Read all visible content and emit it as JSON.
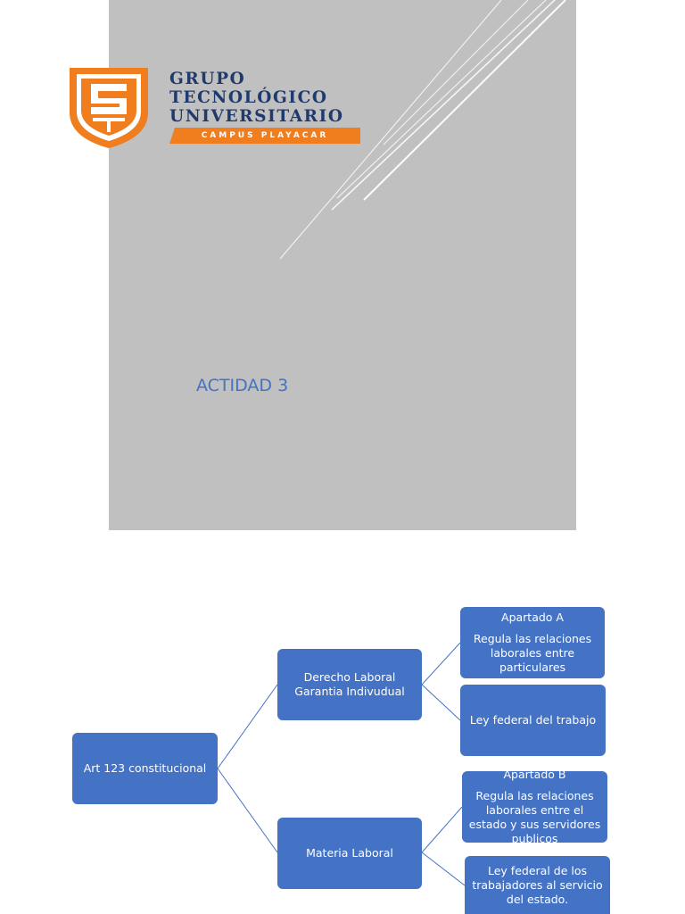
{
  "cover": {
    "logo": {
      "line1": "GRUPO",
      "line2": "TECNOLÓGICO",
      "line3": "UNIVERSITARIO",
      "campus": "CAMPUS PLAYACAR"
    },
    "title": "ACTIDAD 3"
  },
  "diagram": {
    "root": "Art 123 constitucional",
    "branch_a": {
      "line1": "Derecho Laboral",
      "line2": "Garantia Indivudual"
    },
    "branch_b": "Materia Laboral",
    "apartado_a": {
      "heading": "Apartado A",
      "text": "Regula las relaciones laborales entre particulares"
    },
    "ley_federal": "Ley federal del trabajo",
    "apartado_b": {
      "heading": "Apartado B",
      "text": "Regula las relaciones laborales entre el estado y sus servidores publicos"
    },
    "ley_federal_estado": "Ley federal de los trabajadores al servicio del estado."
  },
  "colors": {
    "box_fill": "#4472c4",
    "cover_gray": "#c0c0c0",
    "logo_orange": "#f07d1e",
    "logo_navy": "#1f3a6e"
  }
}
